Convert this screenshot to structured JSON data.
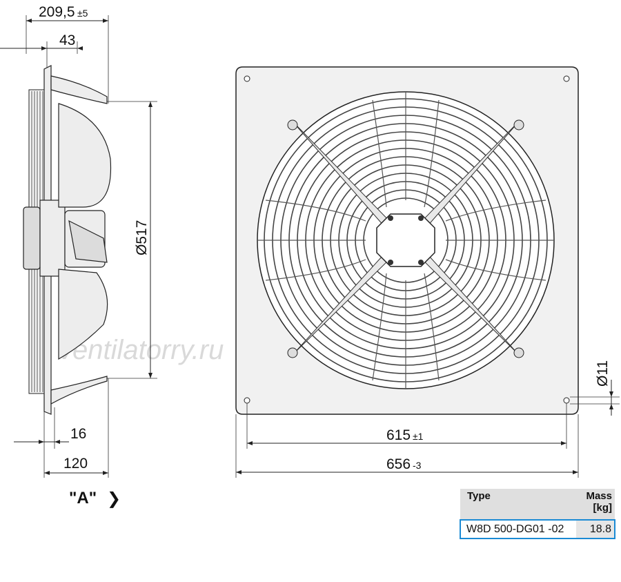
{
  "dimensions": {
    "overall_depth": "209,5",
    "overall_depth_tol": "±5",
    "hub_depth": "43",
    "guard_diameter": "Ø517",
    "plate_thickness": "16",
    "motor_depth": "120",
    "hole_spacing": "615",
    "hole_spacing_tol": "±1",
    "plate_width": "656",
    "plate_width_tol": "-3",
    "hole_diameter": "Ø11"
  },
  "view_label": "\"A\"",
  "view_arrow_icon": "chevron-right-icon",
  "watermark": "ventilatorry.ru",
  "table": {
    "type_header": "Type",
    "mass_header": "Mass",
    "mass_unit": "[kg]",
    "type_value": "W8D 500-DG01  -02",
    "mass_value": "18.8",
    "highlight_color": "#1a8ad4"
  }
}
